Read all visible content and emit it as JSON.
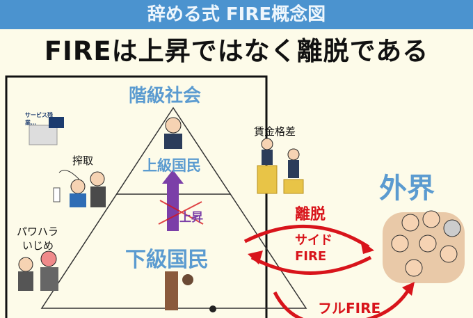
{
  "header": {
    "title": "辞める式 FIRE概念図"
  },
  "subtitle": "FIREは上昇ではなく離脱である",
  "pyramid": {
    "title": "階級社会",
    "upper": "上級国民",
    "lower": "下級国民",
    "rise_crossed": "上昇"
  },
  "side_labels": {
    "overtime": "サービス残業…",
    "exploitation": "搾取",
    "harassment_line1": "パワハラ",
    "harassment_line2": "いじめ",
    "wage_gap": "賃金格差"
  },
  "outside": {
    "title": "外界",
    "exit": "離脱",
    "side_fire_line1": "サイド",
    "side_fire_line2": "FIRE",
    "full_fire": "フルFIRE"
  },
  "colors": {
    "header": "#4b93cf",
    "blue_text": "#5b9bd0",
    "red": "#d8141b",
    "purple": "#7b3fa8",
    "background": "#fdfbe9"
  }
}
